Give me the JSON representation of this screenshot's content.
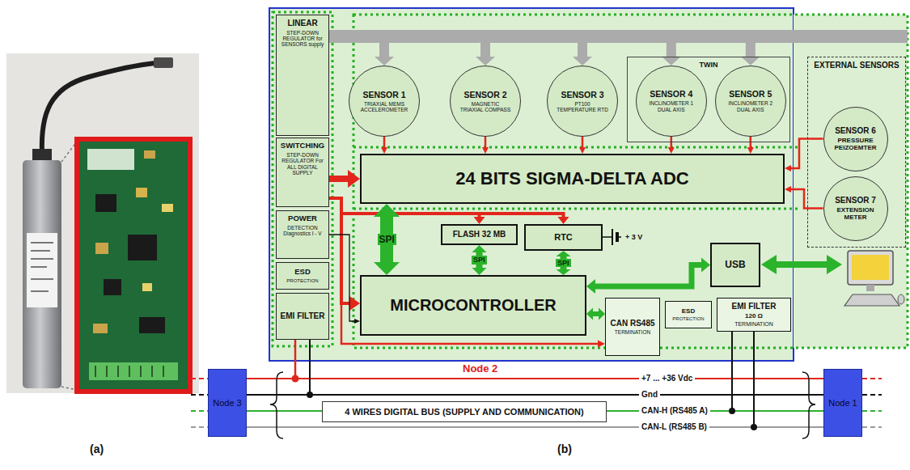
{
  "diagram": {
    "nodes": [
      {
        "text": [
          "LINEAR",
          "STEP-DOWN REGULATOR for SENSORS supply"
        ]
      },
      {
        "text": [
          "SWITCHING",
          "STEP-DOWN REGULATOR For ALL DIGITAL SUPPLY"
        ]
      },
      {
        "text": [
          "POWER",
          "DETECTION Diagnostics I - V"
        ]
      },
      {
        "text": [
          "ESD",
          "PROTECTION"
        ]
      },
      {
        "text": [
          "EMI FILTER"
        ]
      },
      {
        "text": [
          "TWIN"
        ]
      },
      {
        "text": [
          "SENSOR 1",
          "TRIAXIAL MEMS ACCELEROMETER"
        ]
      },
      {
        "text": [
          "SENSOR 2",
          "MAGNETIC TRIAXIAL COMPASS"
        ]
      },
      {
        "text": [
          "SENSOR 3",
          "PT100 TEMPERATURE RTD"
        ]
      },
      {
        "text": [
          "SENSOR 4",
          "INCLINOMETER 1 DUAL AXIS"
        ],
        "in": 5
      },
      {
        "text": [
          "SENSOR 5",
          "INCLINOMETER 2 DUAL AXIS"
        ],
        "in": 5
      },
      {
        "text": [
          "EXTERNAL SENSORS"
        ]
      },
      {
        "text": [
          "SENSOR 6",
          "PRESSURE PEIZOEMTER"
        ],
        "in": 11
      },
      {
        "text": [
          "SENSOR 7",
          "EXTENSION METER"
        ],
        "in": 11
      },
      {
        "text": [
          "24 BITS SIGMA-DELTA ADC"
        ]
      },
      {
        "text": [
          "FLASH 32 MB"
        ]
      },
      {
        "text": [
          "RTC"
        ]
      },
      {
        "text": [
          "MICROCONTROLLER"
        ]
      },
      {
        "text": [
          "USB"
        ]
      },
      {
        "text": [
          "CAN RS485",
          "TERMINATION"
        ]
      },
      {
        "text": [
          "ESD",
          "PROTECTION"
        ]
      },
      {
        "text": [
          "EMI FILTER",
          "120 Ω",
          "TERMINATION"
        ]
      },
      {
        "text": [
          "Node 3"
        ]
      },
      {
        "text": [
          "4 WIRES DIGITAL BUS (SUPPLY AND COMMUNICATION)"
        ]
      },
      {
        "text": [
          "Node 1"
        ]
      }
    ],
    "edges": [
      {
        "from": 0,
        "to": 6,
        "arrow": "to"
      },
      {
        "from": 0,
        "to": 7,
        "arrow": "to"
      },
      {
        "from": 0,
        "to": 8,
        "arrow": "to"
      },
      {
        "from": 0,
        "to": 9,
        "arrow": "to"
      },
      {
        "from": 0,
        "to": 10,
        "arrow": "to"
      },
      {
        "from": 6,
        "to": 14,
        "arrow": "to"
      },
      {
        "from": 7,
        "to": 14,
        "arrow": "to"
      },
      {
        "from": 8,
        "to": 14,
        "arrow": "to"
      },
      {
        "from": 9,
        "to": 14,
        "arrow": "to"
      },
      {
        "from": 10,
        "to": 14,
        "arrow": "to"
      },
      {
        "from": 12,
        "to": 14,
        "arrow": "to"
      },
      {
        "from": 13,
        "to": 14,
        "arrow": "to"
      },
      {
        "from": 1,
        "to": 14,
        "arrow": "to"
      },
      {
        "from": 1,
        "to": 15,
        "arrow": "to"
      },
      {
        "from": 1,
        "to": 16,
        "arrow": "to"
      },
      {
        "from": 1,
        "to": 17,
        "arrow": "to"
      },
      {
        "from": 1,
        "to": 19,
        "arrow": "to"
      },
      {
        "from": 2,
        "to": 17,
        "arrow": "to"
      },
      {
        "from": 14,
        "to": 17,
        "arrow": "both",
        "label": "SPI"
      },
      {
        "from": 15,
        "to": 17,
        "arrow": "both",
        "label": "SPI"
      },
      {
        "from": 16,
        "to": 17,
        "arrow": "both",
        "label": "SPI"
      },
      {
        "from": 17,
        "to": 18,
        "arrow": "both"
      },
      {
        "from": 17,
        "to": 19,
        "arrow": "both"
      }
    ],
    "labels": [
      "(a)",
      "(b)",
      "Node 2",
      "+ 3 V",
      "+7 ... +36 Vdc",
      "Gnd",
      "CAN-H (RS485 A)",
      "CAN-L (RS485 B)"
    ]
  }
}
